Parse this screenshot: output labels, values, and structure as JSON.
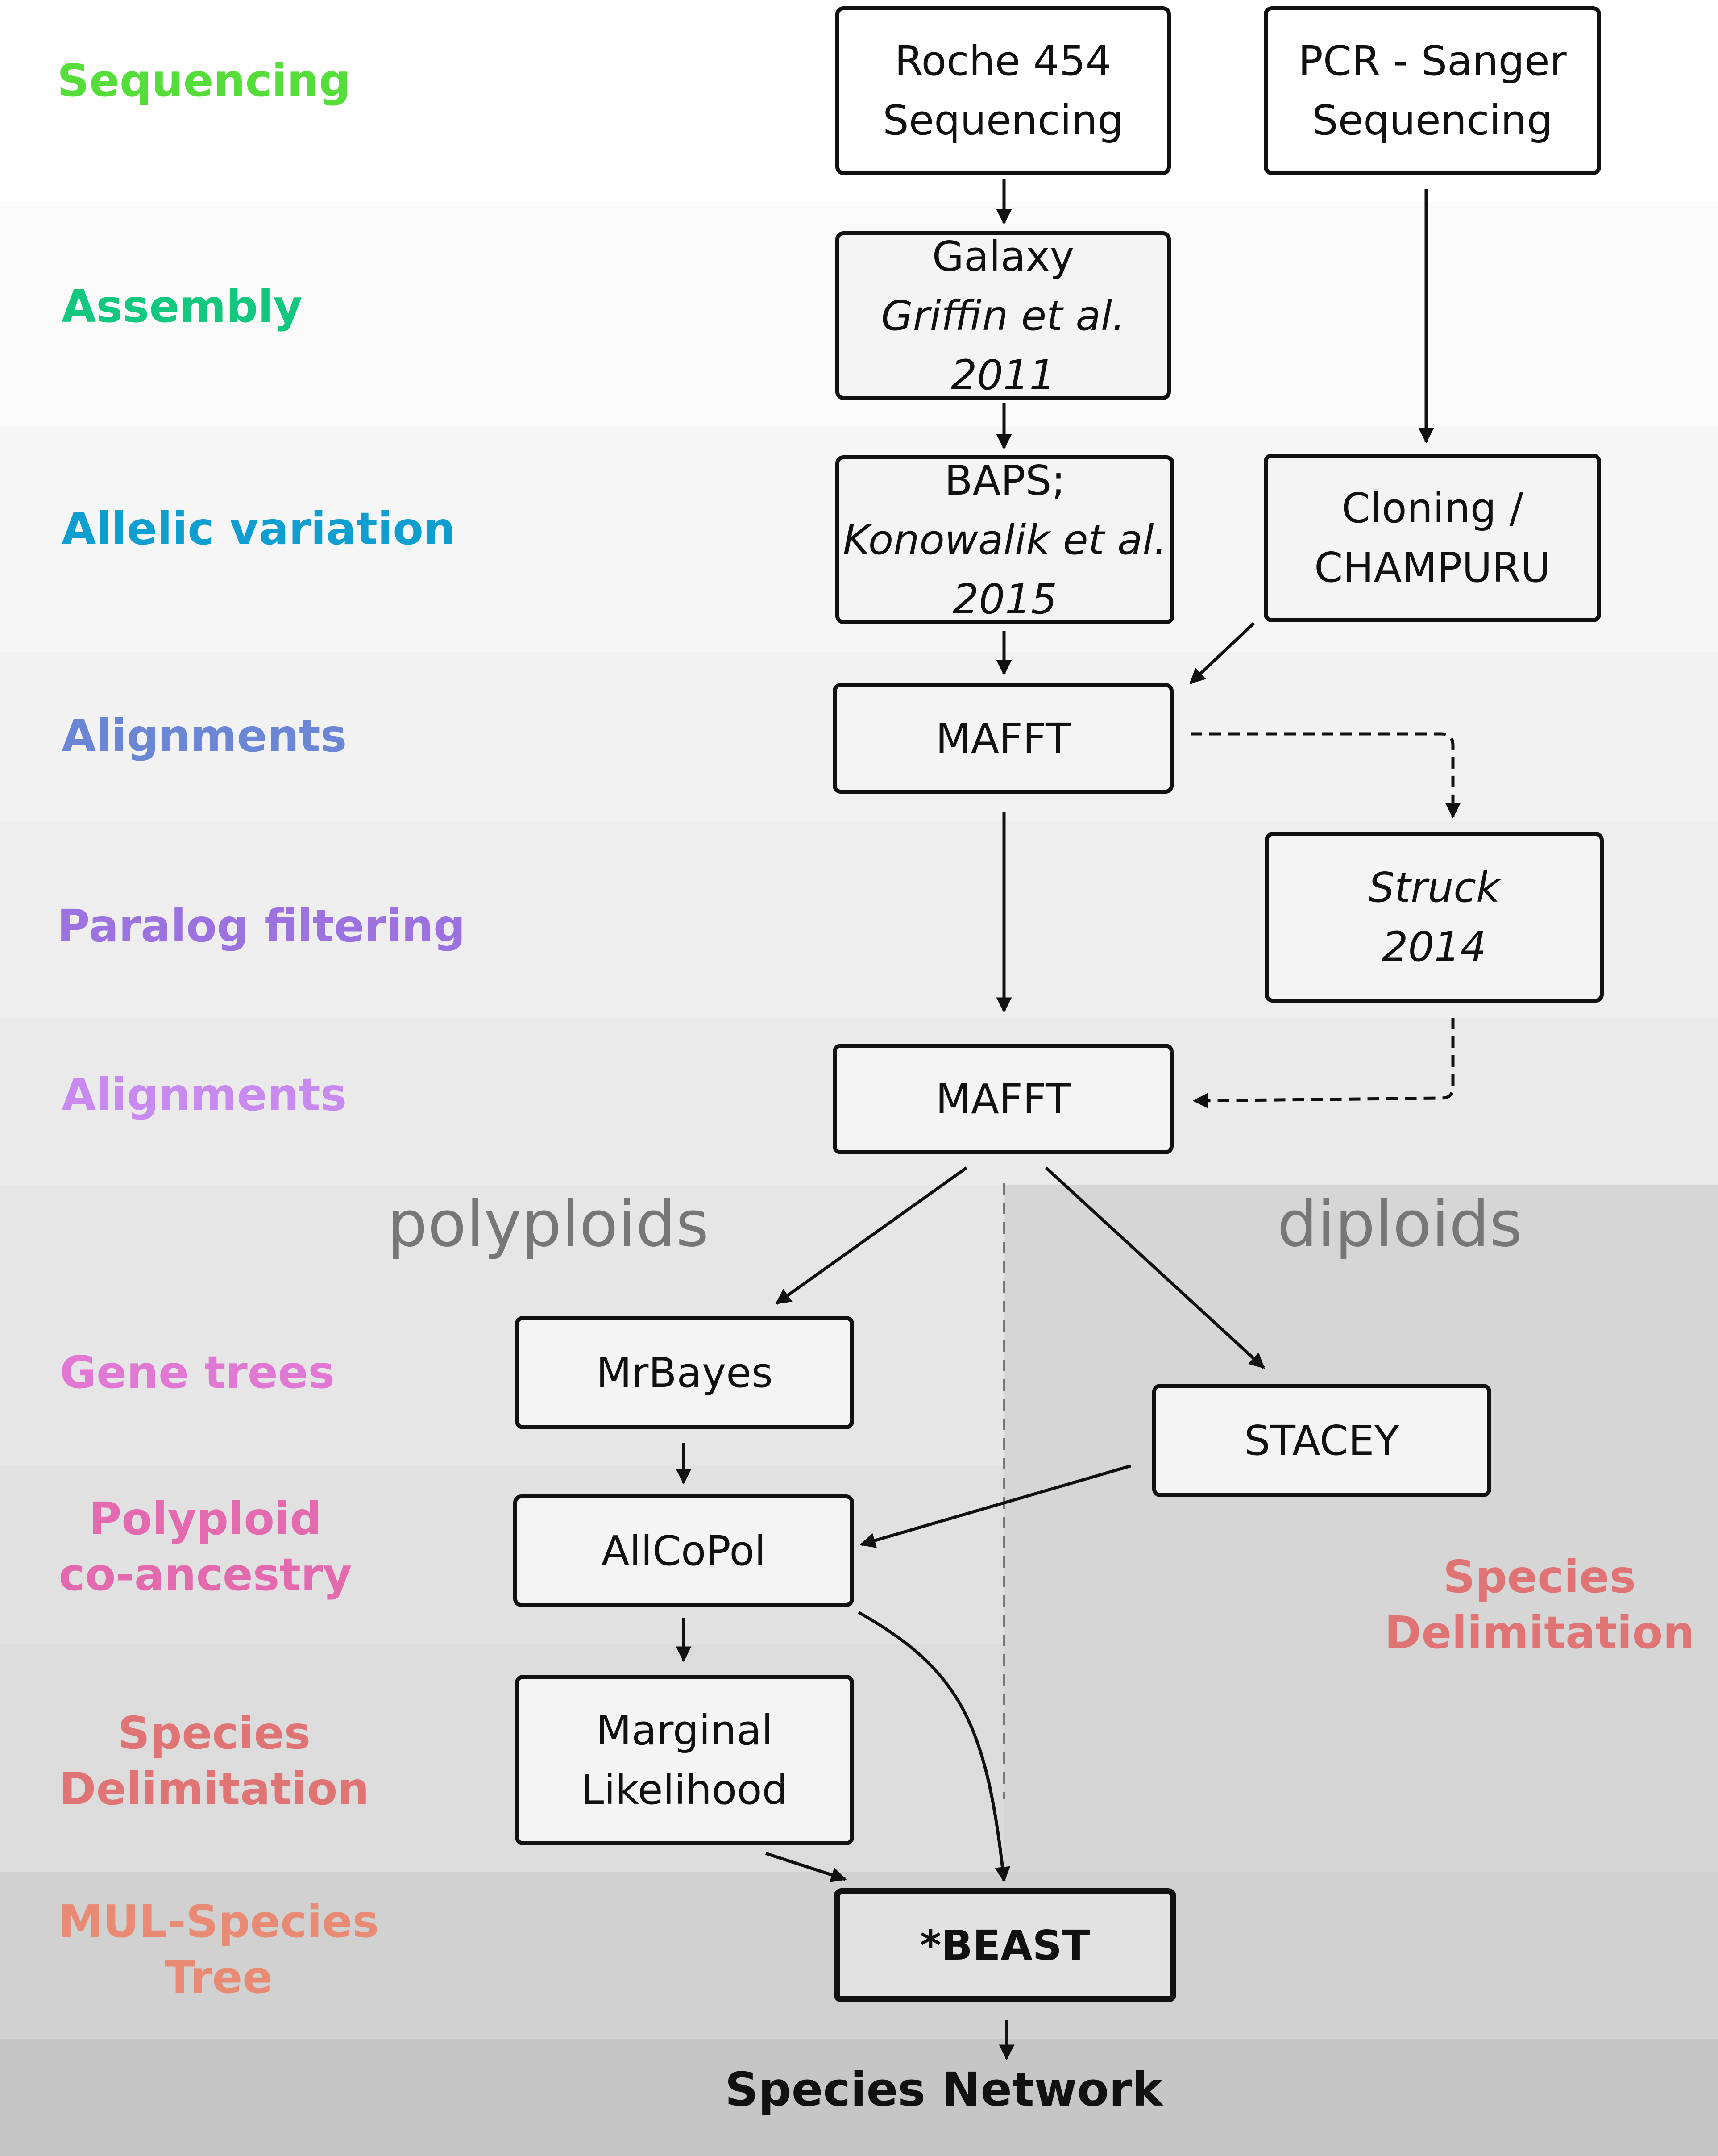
{
  "colors": {
    "sequencing": "#55dd3a",
    "assembly": "#12c87e",
    "allelic": "#0e9fd0",
    "alignments1": "#6b86d4",
    "paralog": "#9c72e0",
    "alignments2": "#c98af0",
    "genetrees": "#e078d4",
    "coancestry": "#e46ab0",
    "delimitation": "#e07474",
    "mul": "#e88a74"
  },
  "stages": {
    "sequencing": "Sequencing",
    "assembly": "Assembly",
    "allelic": "Allelic variation",
    "alignments1": "Alignments",
    "paralog": "Paralog filtering",
    "alignments2": "Alignments",
    "genetrees": "Gene trees",
    "coancestry": [
      "Polyploid",
      "co-ancestry"
    ],
    "delimitation_left": [
      "Species",
      "Delimitation"
    ],
    "mul": [
      "MUL-Species",
      "Tree"
    ],
    "delimitation_right": [
      "Species",
      "Delimitation"
    ]
  },
  "groups": {
    "polyploids": "polyploids",
    "diploids": "diploids"
  },
  "nodes": {
    "roche": [
      "Roche 454",
      "Sequencing"
    ],
    "pcr": [
      "PCR - Sanger",
      "Sequencing"
    ],
    "galaxy": {
      "name": "Galaxy",
      "ref": "Griffin et al.",
      "year": "2011"
    },
    "baps": {
      "name": "BAPS;",
      "ref": "Konowalik et al.",
      "year": "2015"
    },
    "cloning": [
      "Cloning /",
      "CHAMPURU"
    ],
    "mafft1": "MAFFT",
    "struck": {
      "ref": "Struck",
      "year": "2014"
    },
    "mafft2": "MAFFT",
    "mrbayes": "MrBayes",
    "stacey": "STACEY",
    "allcopol": "AllCoPol",
    "marginal": [
      "Marginal",
      "Likelihood"
    ],
    "beast": "*BEAST"
  },
  "output": "Species Network"
}
